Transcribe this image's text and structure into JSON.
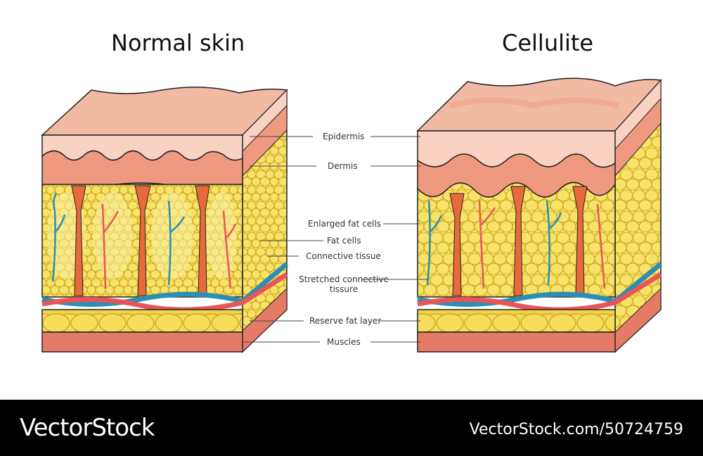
{
  "titles": {
    "left": "Normal skin",
    "right": "Cellulite"
  },
  "labels": {
    "epidermis": "Epidermis",
    "dermis": "Dermis",
    "enlarged_fat_cells": "Enlarged fat cells",
    "fat_cells": "Fat cells",
    "connective_tissue": "Connective tissue",
    "stretched_connective_tissue_line1": "Stretched connective",
    "stretched_connective_tissue_line2": "tissure",
    "reserve_fat_layer": "Reserve fat layer",
    "muscles": "Muscles"
  },
  "footer": {
    "brand": "VectorStock",
    "stock_id": "VectorStock.com/50724759"
  },
  "colors": {
    "epidermis": "#f9d2c2",
    "epidermis_top": "#f2b9a3",
    "dermis": "#ef9a80",
    "fat_yellow": "#f6dd5c",
    "fat_pale": "#fbf1a3",
    "fat_outline": "#c9a21a",
    "connective": "#e86a3c",
    "vein_blue": "#2a8fb3",
    "artery_red": "#e8555a",
    "muscle": "#e57a66",
    "outline": "#222222",
    "footer_bg": "#000000"
  }
}
